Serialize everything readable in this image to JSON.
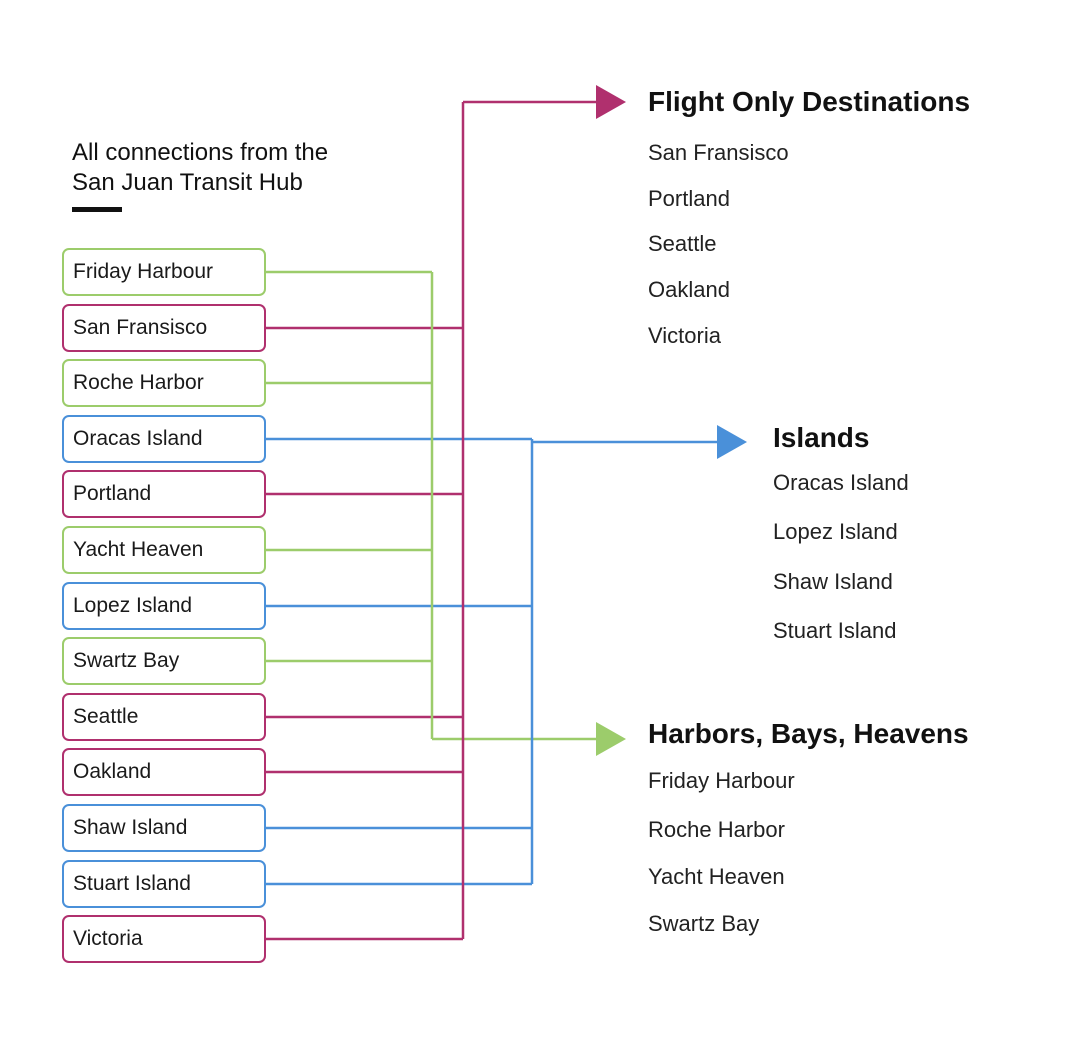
{
  "heading": {
    "line1": "All connections from the",
    "line2": "San Juan Transit Hub"
  },
  "colors": {
    "flight": "#b0306e",
    "island": "#4a90d9",
    "harbor": "#9ccc6b"
  },
  "nodes": [
    {
      "label": "Friday Harbour",
      "group": "harbor"
    },
    {
      "label": "San Fransisco",
      "group": "flight"
    },
    {
      "label": "Roche Harbor",
      "group": "harbor"
    },
    {
      "label": "Oracas Island",
      "group": "island"
    },
    {
      "label": "Portland",
      "group": "flight"
    },
    {
      "label": "Yacht Heaven",
      "group": "harbor"
    },
    {
      "label": "Lopez Island",
      "group": "island"
    },
    {
      "label": "Swartz Bay",
      "group": "harbor"
    },
    {
      "label": "Seattle",
      "group": "flight"
    },
    {
      "label": "Oakland",
      "group": "flight"
    },
    {
      "label": "Shaw Island",
      "group": "island"
    },
    {
      "label": "Stuart Island",
      "group": "island"
    },
    {
      "label": "Victoria",
      "group": "flight"
    }
  ],
  "groups": {
    "flight": {
      "title": "Flight Only Destinations",
      "items": [
        "San Fransisco",
        "Portland",
        "Seattle",
        "Oakland",
        "Victoria"
      ]
    },
    "island": {
      "title": "Islands",
      "items": [
        "Oracas Island",
        "Lopez Island",
        "Shaw Island",
        "Stuart Island"
      ]
    },
    "harbor": {
      "title": "Harbors, Bays, Heavens",
      "items": [
        "Friday Harbour",
        "Roche Harbor",
        "Yacht Heaven",
        "Swartz Bay"
      ]
    }
  }
}
